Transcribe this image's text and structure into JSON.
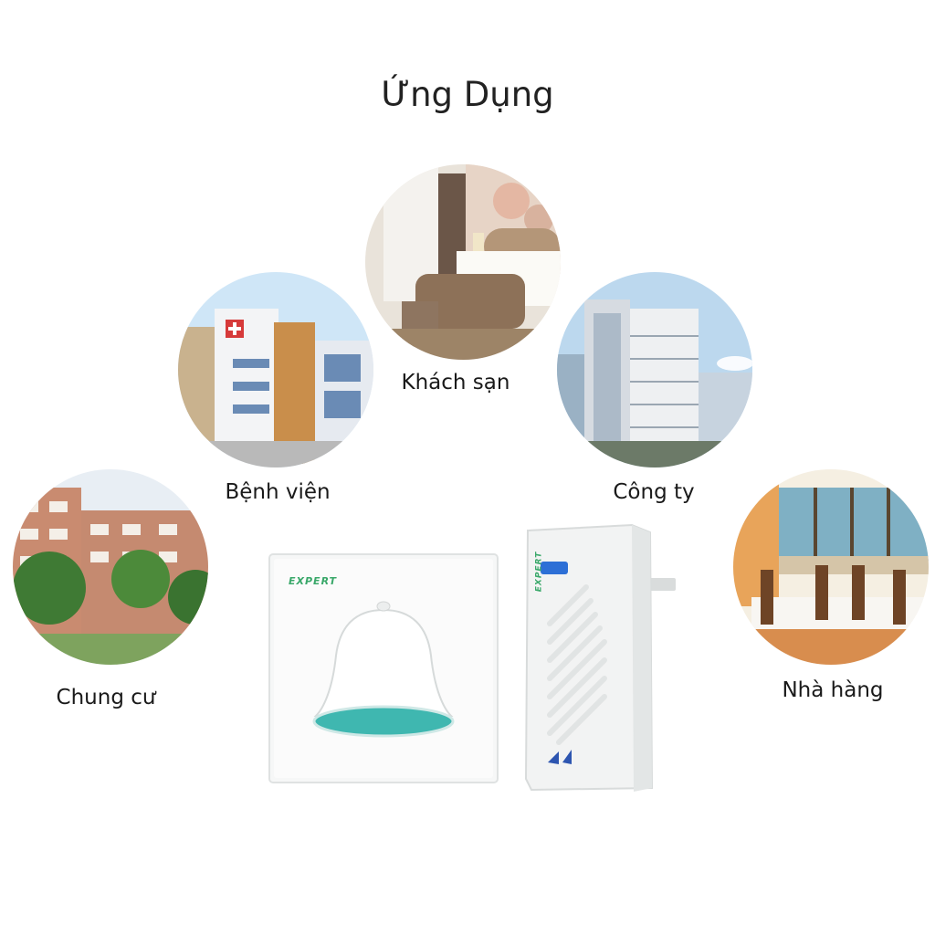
{
  "title": "Ứng Dụng",
  "applications": [
    {
      "label": "Khách sạn",
      "icon": "hotel-room-photo"
    },
    {
      "label": "Bệnh viện",
      "icon": "hospital-building-photo"
    },
    {
      "label": "Công ty",
      "icon": "office-tower-photo"
    },
    {
      "label": "Chung cư",
      "icon": "apartment-building-photo"
    },
    {
      "label": "Nhà hàng",
      "icon": "restaurant-interior-photo"
    }
  ],
  "product": {
    "brand": "EXPERT",
    "accent_color": "#3fb7b0"
  }
}
